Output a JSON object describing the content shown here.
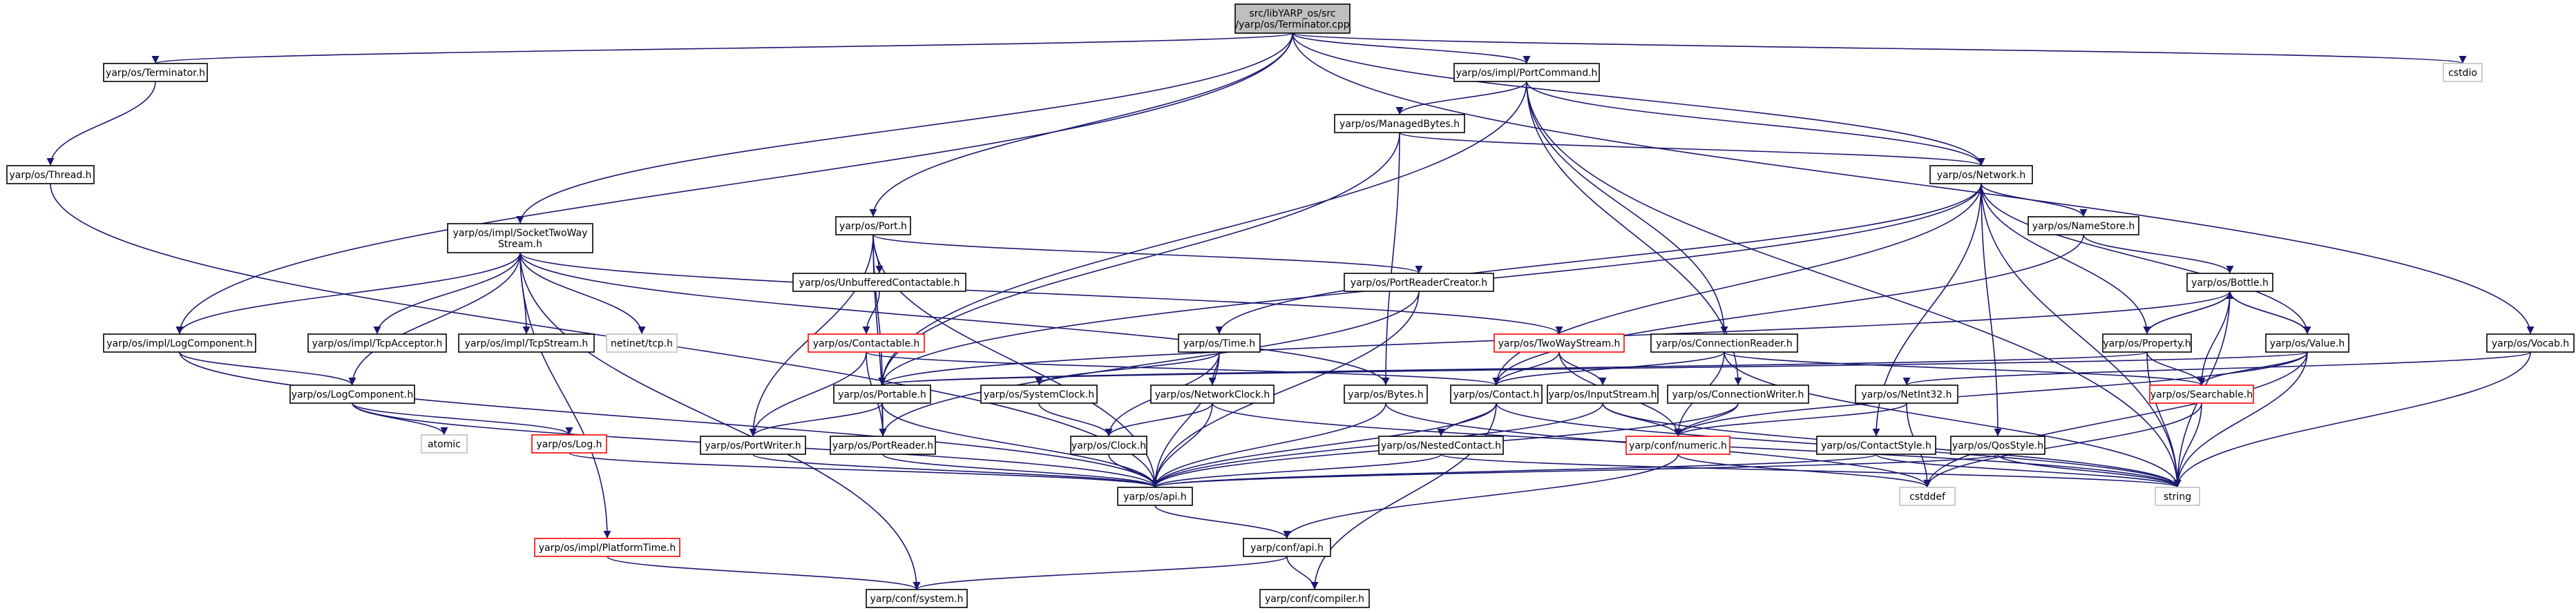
{
  "diagram": {
    "colors": {
      "edge": "#191970",
      "root_fill": "#bfbfbf",
      "border_normal": "#000000",
      "border_missing": "#ff0000",
      "border_system": "#bfbfbf"
    },
    "nodes": [
      {
        "id": "root",
        "lines": [
          "src/libYARP_os/src",
          "/yarp/os/Terminator.cpp"
        ],
        "style": "root"
      },
      {
        "id": "terminator_h",
        "lines": [
          "yarp/os/Terminator.h"
        ],
        "style": "normal"
      },
      {
        "id": "thread_h",
        "lines": [
          "yarp/os/Thread.h"
        ],
        "style": "normal"
      },
      {
        "id": "portcommand_h",
        "lines": [
          "yarp/os/impl/PortCommand.h"
        ],
        "style": "normal"
      },
      {
        "id": "cstdio",
        "lines": [
          "cstdio"
        ],
        "style": "gray"
      },
      {
        "id": "managedbytes_h",
        "lines": [
          "yarp/os/ManagedBytes.h"
        ],
        "style": "normal"
      },
      {
        "id": "network_h",
        "lines": [
          "yarp/os/Network.h"
        ],
        "style": "normal"
      },
      {
        "id": "port_h",
        "lines": [
          "yarp/os/Port.h"
        ],
        "style": "normal"
      },
      {
        "id": "namestore_h",
        "lines": [
          "yarp/os/NameStore.h"
        ],
        "style": "normal"
      },
      {
        "id": "sockettwoway_h",
        "lines": [
          "yarp/os/impl/SocketTwoWay",
          "Stream.h"
        ],
        "style": "normal"
      },
      {
        "id": "unbuffered_h",
        "lines": [
          "yarp/os/UnbufferedContactable.h"
        ],
        "style": "normal"
      },
      {
        "id": "portreadercreator_h",
        "lines": [
          "yarp/os/PortReaderCreator.h"
        ],
        "style": "normal"
      },
      {
        "id": "bottle_h",
        "lines": [
          "yarp/os/Bottle.h"
        ],
        "style": "normal"
      },
      {
        "id": "impl_logcomponent_h",
        "lines": [
          "yarp/os/impl/LogComponent.h"
        ],
        "style": "normal"
      },
      {
        "id": "tcpacceptor_h",
        "lines": [
          "yarp/os/impl/TcpAcceptor.h"
        ],
        "style": "normal"
      },
      {
        "id": "tcpstream_h",
        "lines": [
          "yarp/os/impl/TcpStream.h"
        ],
        "style": "normal"
      },
      {
        "id": "netinet_tcp",
        "lines": [
          "netinet/tcp.h"
        ],
        "style": "gray"
      },
      {
        "id": "contactable_h",
        "lines": [
          "yarp/os/Contactable.h"
        ],
        "style": "red"
      },
      {
        "id": "time_h",
        "lines": [
          "yarp/os/Time.h"
        ],
        "style": "normal"
      },
      {
        "id": "twowaystream_h",
        "lines": [
          "yarp/os/TwoWayStream.h"
        ],
        "style": "red"
      },
      {
        "id": "connectionreader_h",
        "lines": [
          "yarp/os/ConnectionReader.h"
        ],
        "style": "normal"
      },
      {
        "id": "property_h",
        "lines": [
          "yarp/os/Property.h"
        ],
        "style": "normal"
      },
      {
        "id": "value_h",
        "lines": [
          "yarp/os/Value.h"
        ],
        "style": "normal"
      },
      {
        "id": "vocab_h",
        "lines": [
          "yarp/os/Vocab.h"
        ],
        "style": "normal"
      },
      {
        "id": "logcomponent_h",
        "lines": [
          "yarp/os/LogComponent.h"
        ],
        "style": "normal"
      },
      {
        "id": "portable_h",
        "lines": [
          "yarp/os/Portable.h"
        ],
        "style": "normal"
      },
      {
        "id": "systemclock_h",
        "lines": [
          "yarp/os/SystemClock.h"
        ],
        "style": "normal"
      },
      {
        "id": "networkclock_h",
        "lines": [
          "yarp/os/NetworkClock.h"
        ],
        "style": "normal"
      },
      {
        "id": "bytes_h",
        "lines": [
          "yarp/os/Bytes.h"
        ],
        "style": "normal"
      },
      {
        "id": "contact_h",
        "lines": [
          "yarp/os/Contact.h"
        ],
        "style": "normal"
      },
      {
        "id": "inputstream_h",
        "lines": [
          "yarp/os/InputStream.h"
        ],
        "style": "normal"
      },
      {
        "id": "connectionwriter_h",
        "lines": [
          "yarp/os/ConnectionWriter.h"
        ],
        "style": "normal"
      },
      {
        "id": "netint32_h",
        "lines": [
          "yarp/os/NetInt32.h"
        ],
        "style": "normal"
      },
      {
        "id": "searchable_h",
        "lines": [
          "yarp/os/Searchable.h"
        ],
        "style": "red"
      },
      {
        "id": "atomic",
        "lines": [
          "atomic"
        ],
        "style": "gray"
      },
      {
        "id": "log_h",
        "lines": [
          "yarp/os/Log.h"
        ],
        "style": "red"
      },
      {
        "id": "portwriter_h",
        "lines": [
          "yarp/os/PortWriter.h"
        ],
        "style": "normal"
      },
      {
        "id": "portreader_h",
        "lines": [
          "yarp/os/PortReader.h"
        ],
        "style": "normal"
      },
      {
        "id": "clock_h",
        "lines": [
          "yarp/os/Clock.h"
        ],
        "style": "normal"
      },
      {
        "id": "nestedcontact_h",
        "lines": [
          "yarp/os/NestedContact.h"
        ],
        "style": "normal"
      },
      {
        "id": "numeric_h",
        "lines": [
          "yarp/conf/numeric.h"
        ],
        "style": "red"
      },
      {
        "id": "contactstyle_h",
        "lines": [
          "yarp/os/ContactStyle.h"
        ],
        "style": "normal"
      },
      {
        "id": "qosstyle_h",
        "lines": [
          "yarp/os/QosStyle.h"
        ],
        "style": "normal"
      },
      {
        "id": "api_h",
        "lines": [
          "yarp/os/api.h"
        ],
        "style": "normal"
      },
      {
        "id": "cstddef",
        "lines": [
          "cstddef"
        ],
        "style": "gray"
      },
      {
        "id": "string",
        "lines": [
          "string"
        ],
        "style": "gray"
      },
      {
        "id": "platformtime_h",
        "lines": [
          "yarp/os/impl/PlatformTime.h"
        ],
        "style": "red"
      },
      {
        "id": "conf_api_h",
        "lines": [
          "yarp/conf/api.h"
        ],
        "style": "normal"
      },
      {
        "id": "system_h",
        "lines": [
          "yarp/conf/system.h"
        ],
        "style": "normal"
      },
      {
        "id": "compiler_h",
        "lines": [
          "yarp/conf/compiler.h"
        ],
        "style": "normal"
      }
    ]
  }
}
